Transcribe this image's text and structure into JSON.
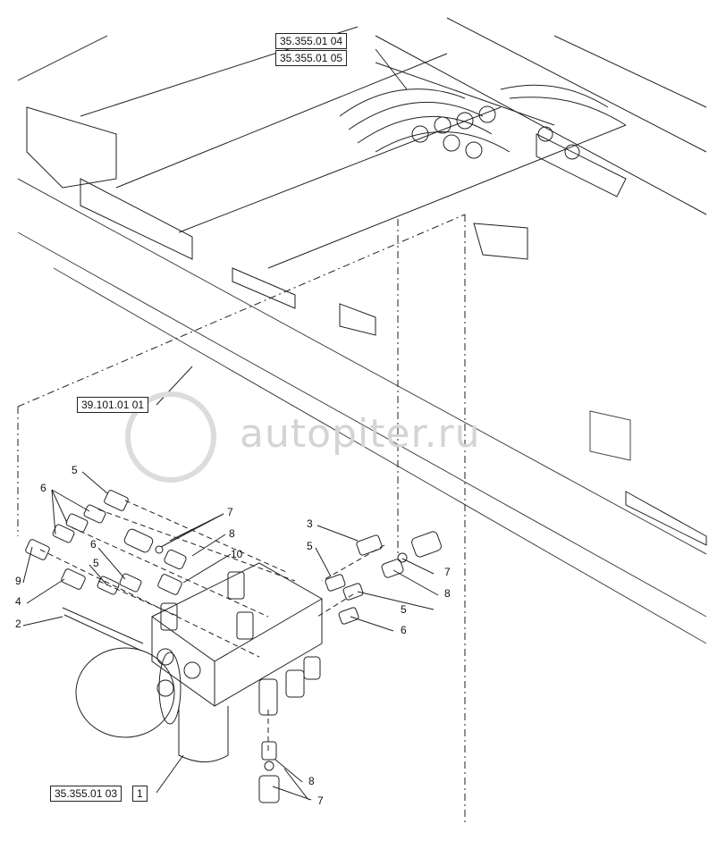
{
  "refs": {
    "r1": "35.355.01 04",
    "r2": "35.355.01 05",
    "r3": "39.101.01 01",
    "r4": "35.355.01 03",
    "r4_item": "1"
  },
  "callouts": {
    "c5a": "5",
    "c6a": "6",
    "c7a": "7",
    "c8a": "8",
    "c10": "10",
    "c9": "9",
    "c6b": "6",
    "c5b": "5",
    "c4": "4",
    "c2": "2",
    "c3": "3",
    "c5c": "5",
    "c7b": "7",
    "c8b": "8",
    "c5d": "5",
    "c6c": "6",
    "c8c": "8",
    "c7c": "7"
  },
  "watermark": {
    "text": "autopiter.ru"
  }
}
